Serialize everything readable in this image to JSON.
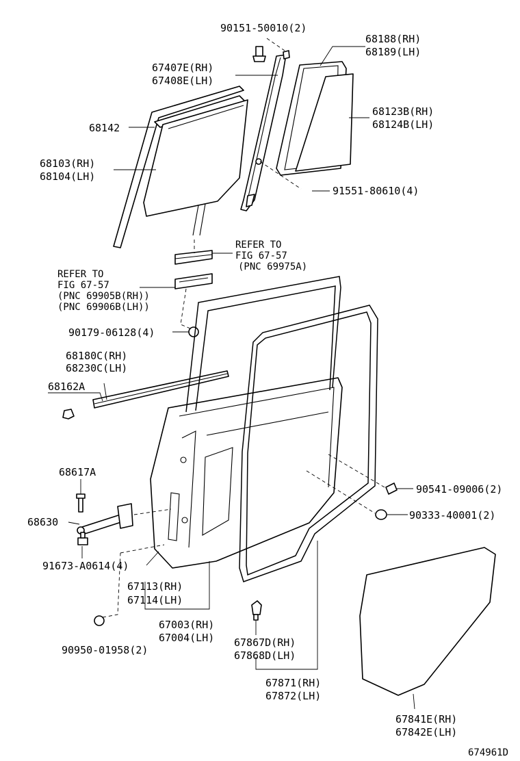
{
  "labels": {
    "bolt_90151": "90151-50010(2)",
    "glass_68188": "68188(RH)",
    "glass_68189": "68189(LH)",
    "chan_67407": "67407E(RH)",
    "chan_67408": "67408E(LH)",
    "run_68142": "68142",
    "glass_68123": "68123B(RH)",
    "glass_68124": "68124B(LH)",
    "glass_68103": "68103(RH)",
    "glass_68104": "68104(LH)",
    "bolt_91551": "91551-80610(4)",
    "refer_a1": "REFER TO",
    "refer_a2": "FIG 67-57",
    "refer_a3": "(PNC 69975A)",
    "refer_b1": "REFER TO",
    "refer_b2": "FIG 67-57",
    "refer_b3": "(PNC 69905B(RH))",
    "refer_b4": "(PNC 69906B(LH))",
    "nut_90179": "90179-06128(4)",
    "strip_68180": "68180C(RH)",
    "strip_68230": "68230C(LH)",
    "clip_68162": "68162A",
    "bolt_68617": "68617A",
    "check_68630": "68630",
    "bolt_91673": "91673-A0614(4)",
    "hinge_67113": "67113(RH)",
    "hinge_67114": "67114(LH)",
    "panel_67003": "67003(RH)",
    "panel_67004": "67004(LH)",
    "plug_90950": "90950-01958(2)",
    "clip_90541": "90541-09006(2)",
    "plug_90333": "90333-40001(2)",
    "clip_67867": "67867D(RH)",
    "clip_67868": "67868D(LH)",
    "seal_67871": "67871(RH)",
    "seal_67872": "67872(LH)",
    "cover_67841": "67841E(RH)",
    "cover_67842": "67842E(LH)",
    "figure_code": "674961D"
  }
}
